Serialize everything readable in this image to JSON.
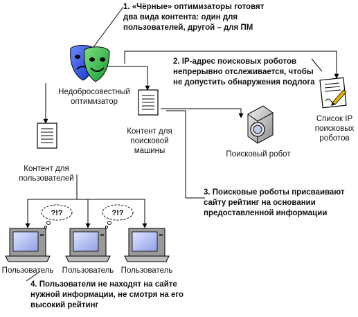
{
  "notes": {
    "n1": [
      "1. «Чёрные» оптимизаторы готовят",
      "два вида контента: один для",
      "пользователей, другой – для ПМ"
    ],
    "n2": [
      "2. IP-адрес поисковых роботов",
      "непрерывно отслеживается, чтобы",
      "не допустить обнаружения подлога"
    ],
    "n3": [
      "3. Поисковые роботы присваивают",
      "сайту рейтинг на основании",
      "предоставленной информации"
    ],
    "n4": [
      "4. Пользователи не находят на сайте",
      "нужной информации, не смотря на его",
      "высокий рейтинг"
    ]
  },
  "labels": {
    "optimizer": [
      "Недобросовестный",
      "оптимизатор"
    ],
    "content_search": [
      "Контент для",
      "поисковой",
      "машины"
    ],
    "content_users": [
      "Контент для",
      "пользователей"
    ],
    "robot": "Поисковый робот",
    "ip_list": [
      "Список IP",
      "поисковых",
      "роботов"
    ],
    "user": "Пользователь"
  },
  "bubble_text": "?!?",
  "icons": {
    "masks": "theatre-masks-icon",
    "document": "document-icon",
    "robot": "search-robot-icon",
    "ip_list": "signed-document-icon",
    "computer": "computer-icon",
    "bubble": "thought-bubble-icon"
  },
  "colors": {
    "mask_green": "#2bb34a",
    "mask_blue": "#1f3fd6",
    "screen": "#b9c4f0",
    "line": "#000000"
  }
}
